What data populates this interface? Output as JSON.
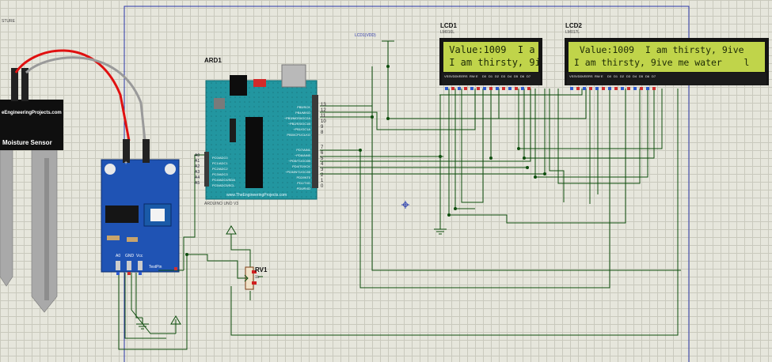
{
  "sheet": {
    "corner_label": "STURE"
  },
  "sensor": {
    "site": "eEngineeringProjects.com",
    "title": "Moisture Sensor",
    "module_pins": [
      "A0",
      "GND",
      "Vcc"
    ],
    "test_pin": "TestPin",
    "plus": "+"
  },
  "arduino": {
    "ref": "ARD1",
    "model": "ARDUINO UNO V3",
    "footer": "www.TheEngineeringProjects.com",
    "analog_labels": [
      "A0",
      "A1",
      "A2",
      "A3",
      "A4",
      "A5"
    ],
    "analog_pins": [
      "PC0/ADC0",
      "PC1/ADC1",
      "PC2/ADC2",
      "PC3/ADC3",
      "PC4/ADC4/SDA",
      "PC5/ADC5/SCL"
    ],
    "digital_pins_top": [
      "PB5/SCK",
      "PB4/MISO",
      "~PB3/MOSI/OC2A",
      "~PB2/SS/OC1B",
      "~PB1/OC1A",
      "PB0/ICP1/CLKO"
    ],
    "digital_pins_bottom": [
      "PD7/AIN1",
      "~PD6/AIN0",
      "~PD5/T1/OC0B",
      "PD4/T0/XCK",
      "~PD3/INT1/OC2B",
      "PD2/INT0",
      "PD1/TXD",
      "PD0/RXD"
    ],
    "pin_numbers_top": [
      "13",
      "12",
      "11",
      "10",
      "9",
      "8"
    ],
    "pin_numbers_bottom": [
      "7",
      "6",
      "5",
      "4",
      "3",
      "2",
      "1",
      "0"
    ]
  },
  "lcd1": {
    "ref": "LCD1",
    "model": "LM016L",
    "line1": " Value:1009  I a",
    "line2": " I am thirsty, 9i",
    "pins": [
      "VSS",
      "VDD",
      "VEE",
      "RS",
      "RW",
      "E",
      "D0",
      "D1",
      "D2",
      "D3",
      "D4",
      "D5",
      "D6",
      "D7"
    ]
  },
  "lcd2": {
    "ref": "LCD2",
    "model": "LM017L",
    "line1": "  Value:1009  I am thirsty, 9ive",
    "line2": " I am thirsty, 9ive me water    l",
    "pins": [
      "VSS",
      "VDD",
      "VEE",
      "RS",
      "RW",
      "E",
      "D0",
      "D1",
      "D2",
      "D3",
      "D4",
      "D5",
      "D6",
      "D7"
    ]
  },
  "pot": {
    "ref": "RV1",
    "value": "1k"
  },
  "power_label": "LCD1(VDD)",
  "colors": {
    "wire": "#0d4d0d",
    "sheet_border": "#2b35a8",
    "lcd_screen": "#c0d44a",
    "lcd_frame": "#1a1a1a",
    "board": "#1f8f96",
    "sensor_module": "#1f53b4",
    "red_wire": "#e01010",
    "gray_wire": "#9a9a9a"
  }
}
